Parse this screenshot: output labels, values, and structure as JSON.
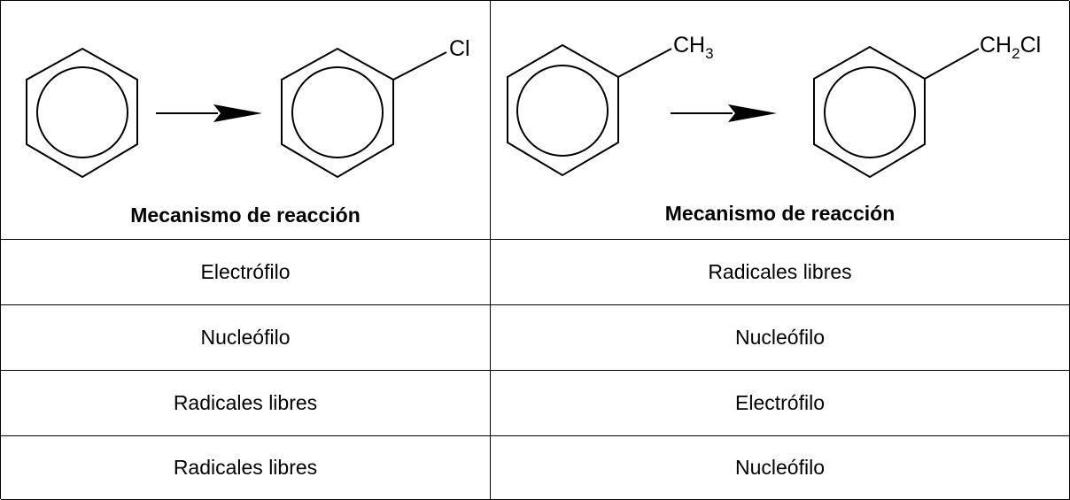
{
  "header": {
    "left": {
      "substituent": "Cl",
      "mechanism_label": "Mecanismo de reacción"
    },
    "right": {
      "reactant_substituent": {
        "main": "CH",
        "sub": "3"
      },
      "product_substituent": {
        "main": "CH",
        "sub": "2",
        "tail": "Cl"
      },
      "mechanism_label": "Mecanismo de reacción"
    }
  },
  "rows": [
    {
      "left": "Electrófilo",
      "right": "Radicales libres"
    },
    {
      "left": "Nucleófilo",
      "right": "Nucleófilo"
    },
    {
      "left": "Radicales libres",
      "right": "Electrófilo"
    },
    {
      "left": "Radicales libres",
      "right": "Nucleófilo"
    }
  ]
}
